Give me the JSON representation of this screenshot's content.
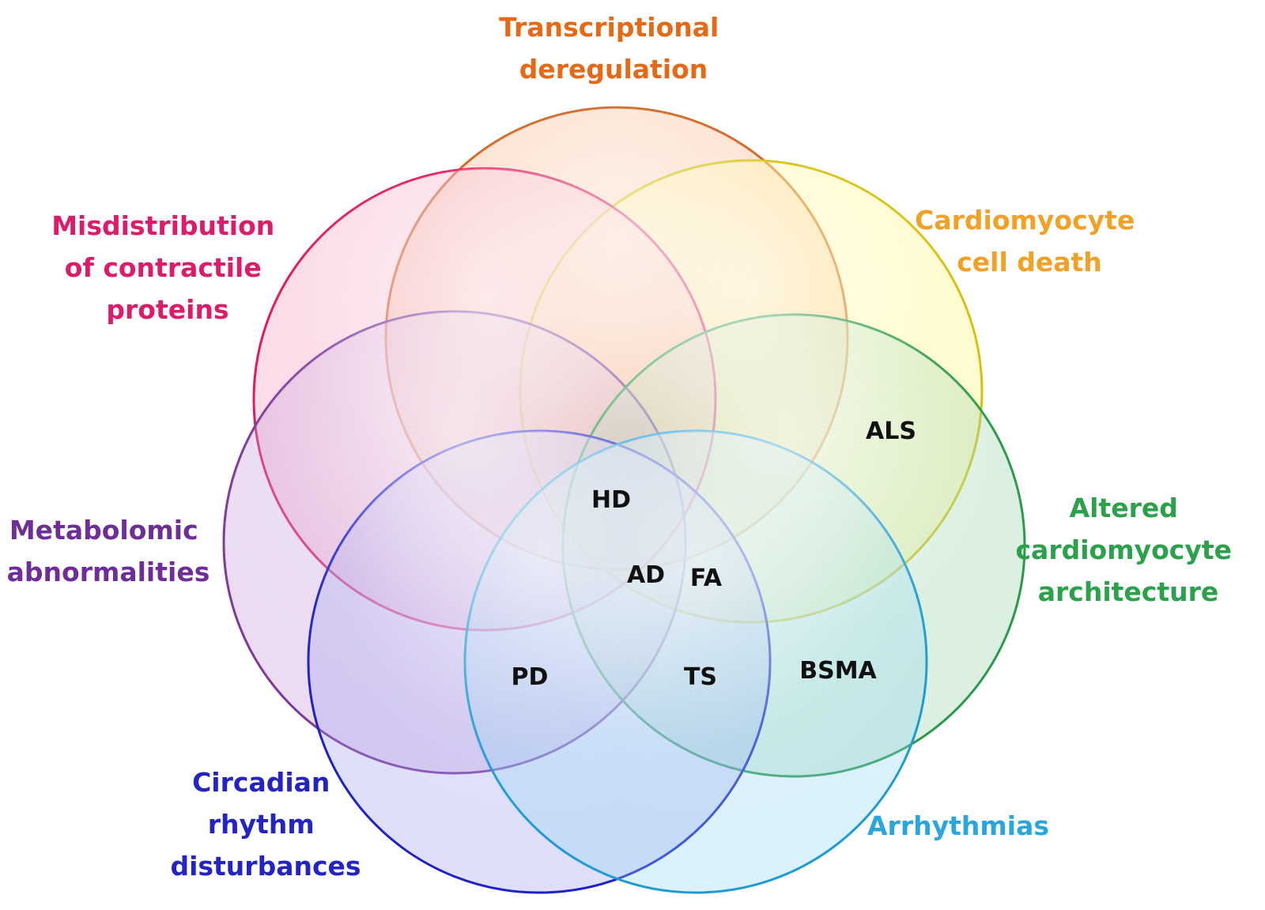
{
  "sets": [
    {
      "id": "transcriptional",
      "color": "#e66a16",
      "label_lines": [
        "Transcriptional",
        "deregulation"
      ]
    },
    {
      "id": "cell-death",
      "color": "#f2a125",
      "label_lines": [
        "Cardiomyocyte",
        "cell death"
      ]
    },
    {
      "id": "misdistribution",
      "color": "#de1a6b",
      "label_lines": [
        "Misdistribution",
        "of contractile",
        "proteins"
      ]
    },
    {
      "id": "metabolomic",
      "color": "#6f2d97",
      "label_lines": [
        "Metabolomic",
        "abnormalities"
      ]
    },
    {
      "id": "architecture",
      "color": "#2aa14a",
      "label_lines": [
        "Altered",
        "cardiomyocyte",
        "architecture"
      ]
    },
    {
      "id": "circadian",
      "color": "#2424c4",
      "label_lines": [
        "Circadian",
        "rhythm",
        "disturbances"
      ]
    },
    {
      "id": "arrhythmias",
      "color": "#29a6dd",
      "label_lines": [
        "Arrhythmias"
      ]
    }
  ],
  "circle_colors": {
    "transcriptional": {
      "fill": "#f6a36b",
      "stroke": "#d0621d"
    },
    "cell-death": {
      "fill": "#fff36a",
      "stroke": "#d6c10a"
    },
    "misdistribution": {
      "fill": "#f48fb4",
      "stroke": "#e0185f"
    },
    "metabolomic": {
      "fill": "#c193d8",
      "stroke": "#7e3a9b"
    },
    "architecture": {
      "fill": "#8fd19f",
      "stroke": "#2a9a4a"
    },
    "circadian": {
      "fill": "#9c9cf0",
      "stroke": "#2020c8"
    },
    "arrhythmias": {
      "fill": "#8fd3f2",
      "stroke": "#1e9bd5"
    }
  },
  "regions": [
    {
      "id": "hd",
      "text": "HD"
    },
    {
      "id": "ad",
      "text": "AD"
    },
    {
      "id": "fa",
      "text": "FA"
    },
    {
      "id": "als",
      "text": "ALS"
    },
    {
      "id": "pd",
      "text": "PD"
    },
    {
      "id": "ts",
      "text": "TS"
    },
    {
      "id": "bsma",
      "text": "BSMA"
    }
  ]
}
